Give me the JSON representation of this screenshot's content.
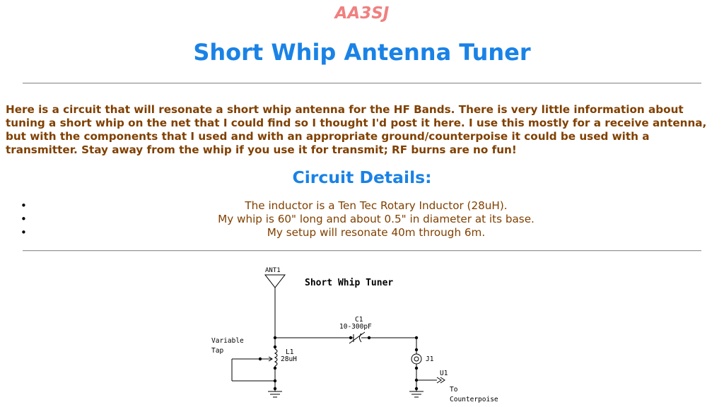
{
  "header": {
    "callsign": "AA3SJ",
    "title": "Short Whip Antenna Tuner"
  },
  "intro": {
    "text": "Here is a circuit that will resonate a short whip antenna for the HF Bands. There is very little information about tuning a short whip on the net that I could find so I thought I'd post it here. I use this mostly for a receive antenna, but with the components that I used and with an appropriate ground/counterpoise it could be used with a transmitter. Stay away from the whip if you use it for transmit; RF burns are no fun!"
  },
  "details": {
    "heading": "Circuit Details:",
    "items": [
      "The inductor is a Ten Tec Rotary Inductor (28uH).",
      "My whip is 60\" long and about 0.5\" in diameter at its base.",
      "My setup will resonate 40m through 6m."
    ]
  },
  "schematic": {
    "title": "Short Whip Tuner",
    "ant_label": "ANT1",
    "cap_ref": "C1",
    "cap_value": "10-300pF",
    "tap_label_1": "Variable",
    "tap_label_2": "Tap",
    "ind_ref": "L1",
    "ind_value": "28uH",
    "jack_ref": "J1",
    "conn_ref": "U1",
    "cp_label_1": "To",
    "cp_label_2": "Counterpoise"
  },
  "colors": {
    "callsign": "#f08080",
    "heading": "#1a82e6",
    "body_text": "#804000"
  }
}
